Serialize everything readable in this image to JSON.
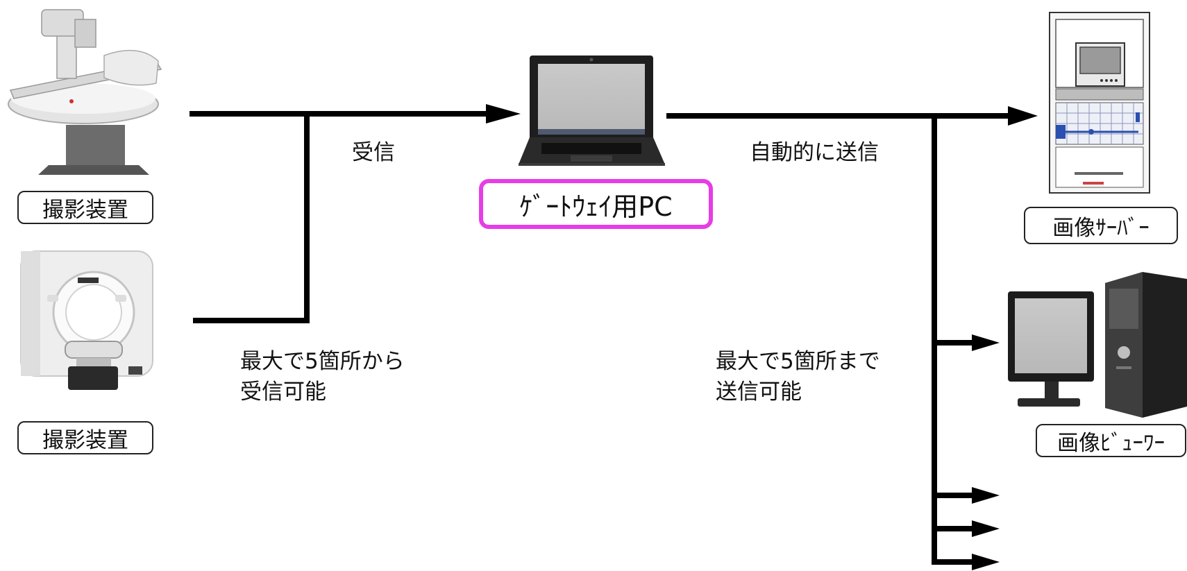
{
  "devices": {
    "modality_1": {
      "label": "撮影装置",
      "icon": "xray-machine-icon"
    },
    "modality_2": {
      "label": "撮影装置",
      "icon": "ct-scanner-icon"
    },
    "gateway": {
      "label": "ｹﾞｰﾄｳｪｲ用PC",
      "icon": "laptop-icon"
    },
    "server": {
      "label": "画像ｻｰﾊﾞｰ",
      "icon": "server-rack-icon"
    },
    "viewer": {
      "label": "画像ﾋﾞｭｰﾜｰ",
      "icon": "desktop-pc-icon"
    }
  },
  "annotations": {
    "receive": "受信",
    "receive_note_line1": "最大で5箇所から",
    "receive_note_line2": "受信可能",
    "auto_send": "自動的に送信",
    "send_note_line1": "最大で5箇所まで",
    "send_note_line2": "送信可能"
  },
  "colors": {
    "gateway_border": "#e63de6",
    "line": "#000000"
  }
}
